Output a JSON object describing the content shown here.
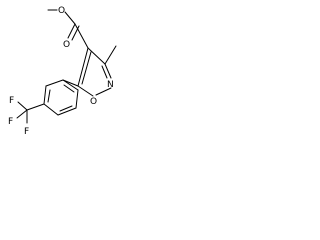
{
  "structure": {
    "ester": {
      "carbonyl_oxygen": "O",
      "ester_oxygen": "O"
    },
    "isoxazole": {
      "ring_oxygen": "O",
      "ring_nitrogen": "N"
    },
    "trifluoromethyl": {
      "fluorines": [
        "F",
        "F",
        "F"
      ]
    }
  },
  "colors": {
    "ink": "#000000",
    "background": "#ffffff"
  }
}
